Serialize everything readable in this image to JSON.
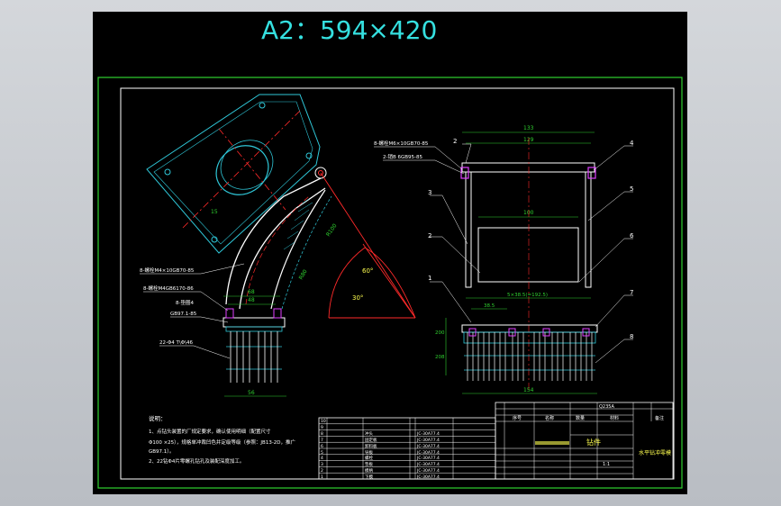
{
  "sheet": {
    "title": "A2：594×420"
  },
  "callouts_left": [
    "8-螺栓M4×10GB70-85",
    "8-螺栓M4GB6170-86",
    "8-垫圈4",
    "GB97.1-85",
    "22-Φ4 T\\Φ\\46"
  ],
  "callouts_right": [
    "8-螺栓M6×10GB70-85",
    "2-销B 6GB95-85"
  ],
  "dims_left": [
    "15",
    "68",
    "48",
    "56",
    "R80",
    "R100",
    "60°",
    "30°"
  ],
  "dims_right": [
    "133",
    "129",
    "100",
    "5×38.5(=192.5)",
    "38.5",
    "154",
    "200",
    "208"
  ],
  "balloons": [
    "2",
    "3",
    "4",
    "5",
    "6",
    "1",
    "7",
    "8"
  ],
  "notes": {
    "heading": "说明：",
    "lines": [
      "1、点钻头装置的厂规定要求，确认使用明细（配置尺寸",
      "Φ100 ×25），规格单冲裁凹色并定级等级（参照：JB13-2D，推广",
      "GB97.1）。",
      "2、22钻Φ4片零螺孔钻孔及装配深度加工。"
    ]
  },
  "title_block": {
    "main_name": "钻件",
    "drawing_name": "水平钻冲零模",
    "header_labels": [
      "序号",
      "名称",
      "数量",
      "材料",
      "备注"
    ],
    "material": "Q235A",
    "scale": "1:1"
  },
  "bom": {
    "rows": [
      {
        "no": "10",
        "name": "",
        "std": ""
      },
      {
        "no": "9",
        "name": "",
        "std": ""
      },
      {
        "no": "8",
        "name": "冲头",
        "std": "JC-30A77.4"
      },
      {
        "no": "7",
        "name": "固定板",
        "std": "JC-30A77.4"
      },
      {
        "no": "6",
        "name": "卸料板",
        "std": "JC-30A77.4"
      },
      {
        "no": "5",
        "name": "导板",
        "std": "JC-30A77.4"
      },
      {
        "no": "4",
        "name": "螺栓",
        "std": "JC-30A77.4"
      },
      {
        "no": "3",
        "name": "垫板",
        "std": "JC-30A77.4"
      },
      {
        "no": "2",
        "name": "模柄",
        "std": "JC-30A77.4"
      },
      {
        "no": "1",
        "name": "下模",
        "std": "JC-30A77.4"
      }
    ]
  }
}
